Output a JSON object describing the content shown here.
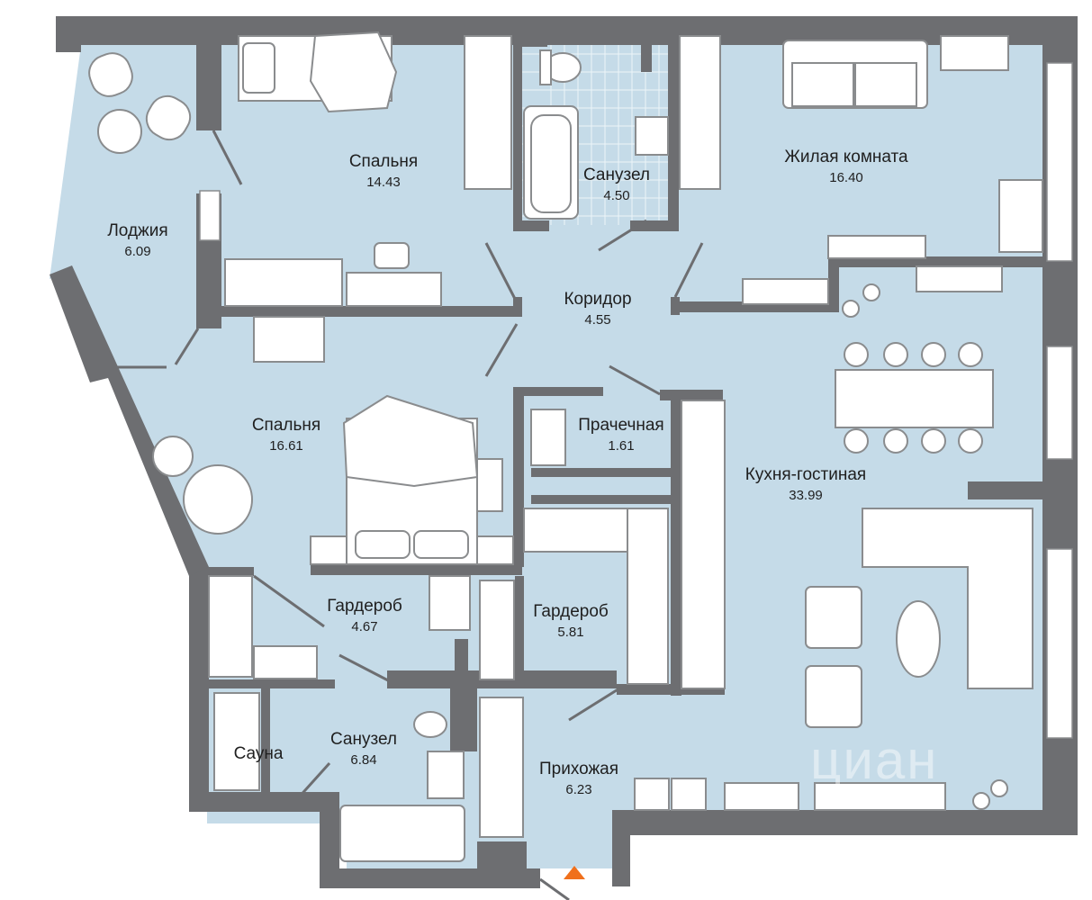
{
  "colors": {
    "floor": "#c5dbe8",
    "wall": "#6d6e71",
    "furniture_fill": "#ffffff",
    "furniture_stroke": "#8a8c8e",
    "entrance_arrow": "#f0701c",
    "window": "#ffffff",
    "tile_grid": "#ffffff"
  },
  "rooms": [
    {
      "id": "bedroom-1",
      "name": "Спальня",
      "area": "14.43"
    },
    {
      "id": "bathroom-1",
      "name": "Санузел",
      "area": "4.50"
    },
    {
      "id": "living-room",
      "name": "Жилая комната",
      "area": "16.40"
    },
    {
      "id": "loggia",
      "name": "Лоджия",
      "area": "6.09"
    },
    {
      "id": "corridor",
      "name": "Коридор",
      "area": "4.55"
    },
    {
      "id": "bedroom-2",
      "name": "Спальня",
      "area": "16.61"
    },
    {
      "id": "laundry",
      "name": "Прачечная",
      "area": "1.61"
    },
    {
      "id": "kitchen-living",
      "name": "Кухня-гостиная",
      "area": "33.99"
    },
    {
      "id": "wardrobe-1",
      "name": "Гардероб",
      "area": "4.67"
    },
    {
      "id": "wardrobe-2",
      "name": "Гардероб",
      "area": "5.81"
    },
    {
      "id": "sauna",
      "name": "Сауна",
      "area": ""
    },
    {
      "id": "bathroom-2",
      "name": "Санузел",
      "area": "6.84"
    },
    {
      "id": "hallway",
      "name": "Прихожая",
      "area": "6.23"
    }
  ],
  "icons": {
    "entrance": "entrance-arrow-icon",
    "watermark": "cian-watermark-icon"
  },
  "watermark_text": "циан"
}
